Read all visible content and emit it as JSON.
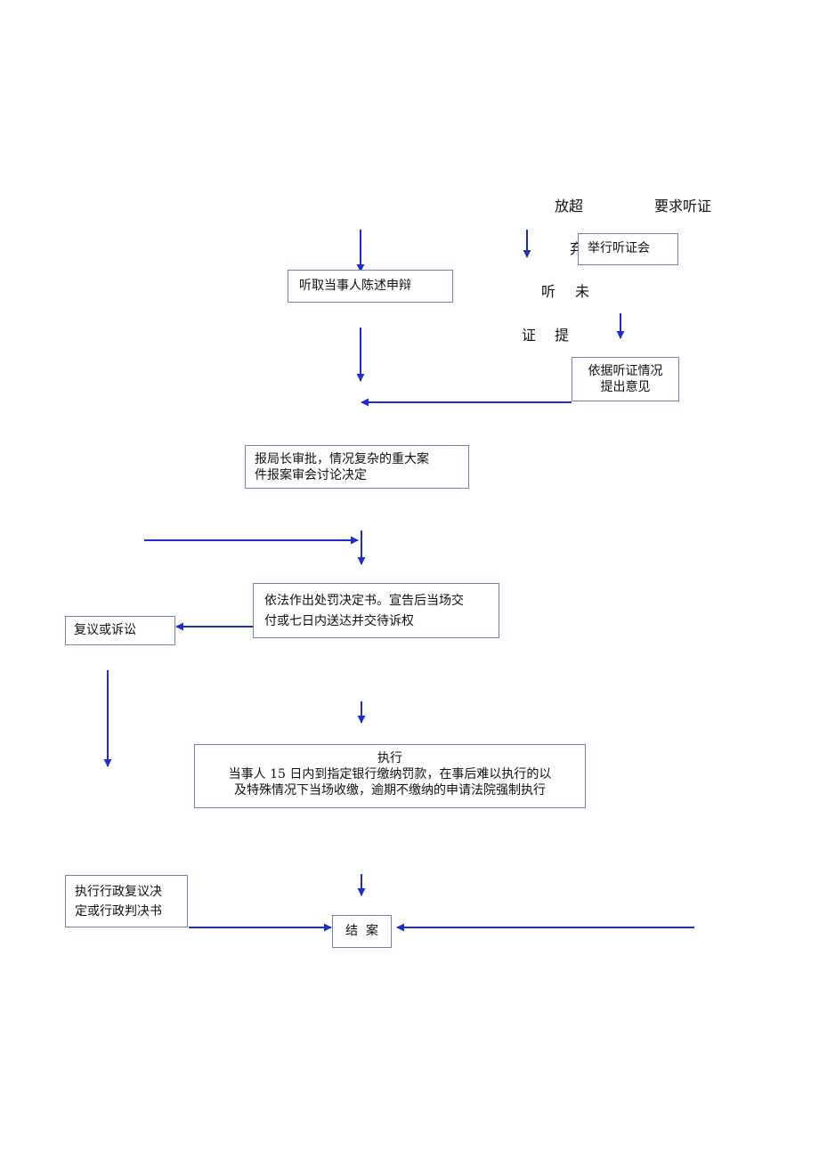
{
  "colors": {
    "arrow": "#1f2ccf",
    "box_border": "#7a7fb0"
  },
  "top_labels": {
    "fang_chao": "放超",
    "yao_qiu_ting_zheng": "要求听证",
    "fang_fragment": "弃",
    "ting": "听",
    "wei": "未",
    "zheng": "证",
    "ti": "提"
  },
  "boxes": {
    "hold_hearing": "举行听证会",
    "hear_statement": "听取当事人陈述申辩",
    "hearing_opinion": [
      "依据听证情况",
      "提出意见"
    ],
    "director_approval": [
      "报局长审批，情况复杂的重大案",
      "件报案审会讨论决定"
    ],
    "penalty_decision": [
      "依法作出处罚决定书。宣告后当场交",
      "付或七日内送达并交待诉权"
    ],
    "review_or_litigation": "复议或诉讼",
    "execution": [
      "执行",
      "当事人 15 日内到指定银行缴纳罚款，在事后难以执行的以",
      "及特殊情况下当场收缴，逾期不缴纳的申请法院强制执行"
    ],
    "admin_review_decision": [
      "执行行政复议决",
      "定或行政判决书"
    ],
    "close_case": "结  案"
  }
}
